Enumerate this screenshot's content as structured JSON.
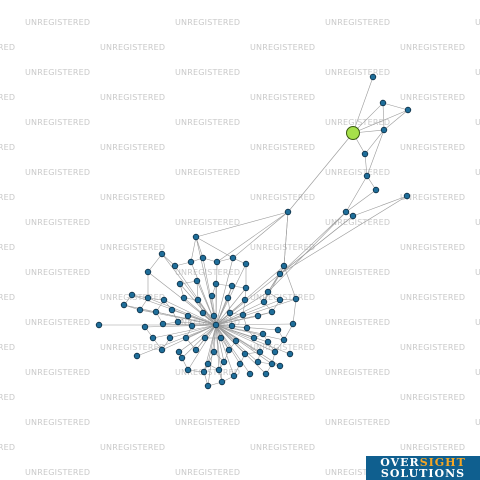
{
  "watermark": {
    "text": "UNREGISTERED"
  },
  "logo": {
    "part1": "OVER",
    "part2": "SIGHT",
    "line2": "SOLUTIONS",
    "accent_color": "#f5a623",
    "bg_color": "#0f5f8f"
  },
  "graph": {
    "node_color": "#1f6e9a",
    "focus_color": "#a6e04a",
    "edge_color": "#9a9a9a",
    "node_count": 96,
    "focus_node": "highlighted-entity"
  }
}
